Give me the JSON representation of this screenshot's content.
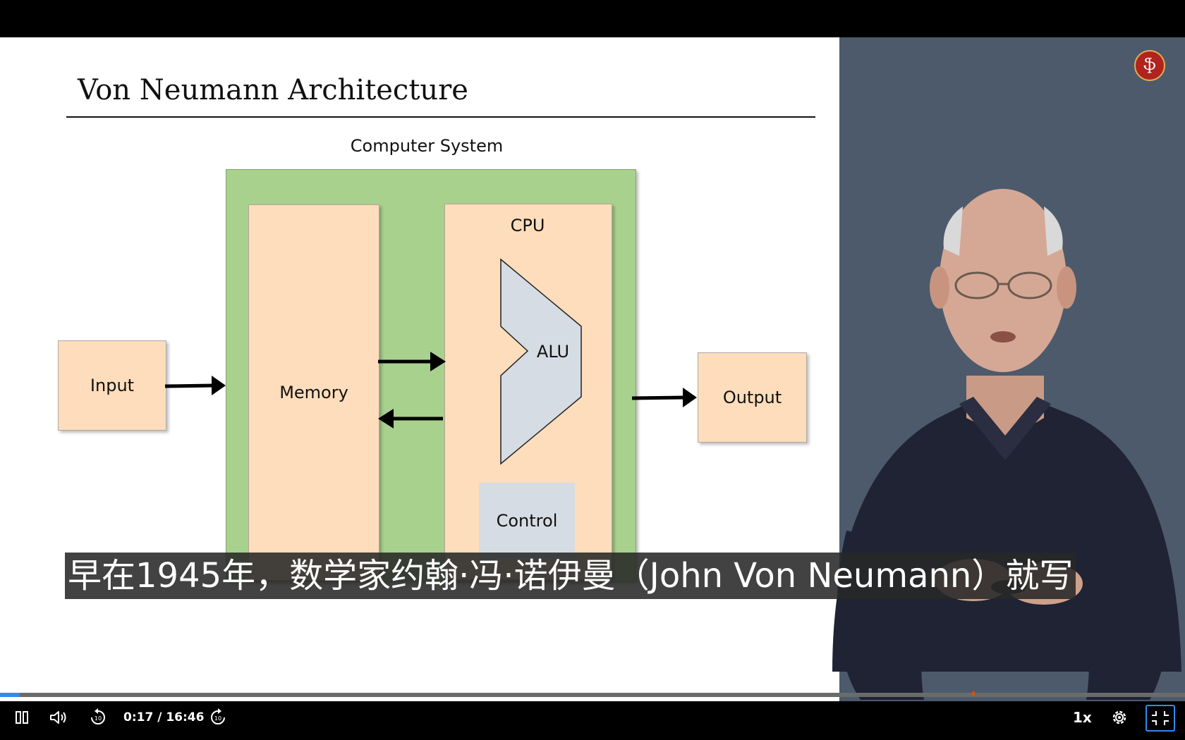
{
  "slide": {
    "title": "Von Neumann Architecture",
    "diagram": {
      "system_label": "Computer System",
      "memory_label": "Memory",
      "cpu_label": "CPU",
      "alu_label": "ALU",
      "control_label": "Control",
      "input_label": "Input",
      "output_label": "Output"
    }
  },
  "subtitle": "早在1945年，数学家约翰·冯·诺伊曼（John Von Neumann）就写",
  "player": {
    "current_time": "0:17",
    "duration": "16:46",
    "time_display": "0:17 / 16:46",
    "progress_fraction": 0.0169,
    "speed_label": "1x",
    "icons": {
      "play_pause": "pause-icon",
      "volume": "volume-icon",
      "rewind": "rewind-10-icon",
      "forward": "forward-10-icon",
      "settings": "gear-icon",
      "fullscreen": "exit-fullscreen-icon"
    },
    "accent_color": "#2d8cf0"
  },
  "colors": {
    "slide_box_fill": "#fdddbb",
    "system_box_fill": "#a9d18e",
    "alu_fill": "#d6dce4",
    "presenter_bg": "#4c5a6c"
  }
}
